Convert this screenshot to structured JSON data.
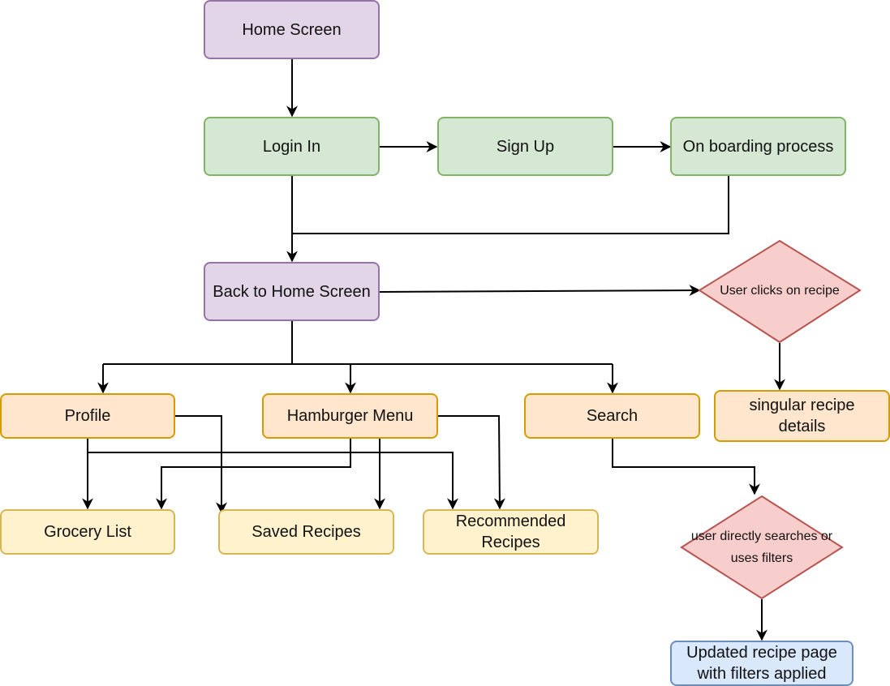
{
  "nodes": {
    "home_screen": "Home Screen",
    "login": "Login In",
    "sign_up": "Sign Up",
    "onboarding": "On boarding process",
    "back_home": "Back to Home Screen",
    "user_clicks_recipe": "User clicks on recipe",
    "singular_recipe": "singular recipe details",
    "profile": "Profile",
    "hamburger_menu": "Hamburger Menu",
    "search": "Search",
    "grocery_list": "Grocery List",
    "saved_recipes": "Saved Recipes",
    "recommended_recipes": "Recommended Recipes",
    "search_decision": "user directly searches or uses filters",
    "updated_recipe_page": "Updated recipe page with filters applied"
  },
  "colors": {
    "purple_fill": "#e1d5e7",
    "purple_stroke": "#9673a6",
    "green_fill": "#d5e8d4",
    "green_stroke": "#82b366",
    "orange_fill": "#ffe6cc",
    "orange_stroke": "#d79b00",
    "yellow_fill": "#fff2cc",
    "yellow_stroke": "#d6b656",
    "red_fill": "#f8cecc",
    "red_stroke": "#b85450",
    "blue_fill": "#dae8fc",
    "blue_stroke": "#6c8ebf",
    "edge": "#000000"
  }
}
